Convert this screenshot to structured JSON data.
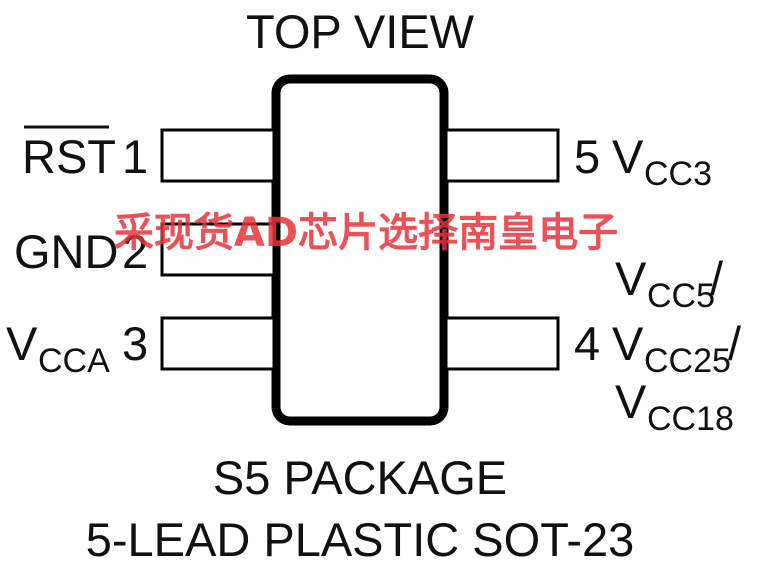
{
  "title": "TOP VIEW",
  "pins": [
    {
      "number": "1",
      "name": "RST",
      "overbar": true
    },
    {
      "number": "2",
      "name": "GND"
    },
    {
      "number": "3",
      "name": "V",
      "name_sub": "CCA"
    },
    {
      "number": "4",
      "name": "V",
      "name_sub": "CC5",
      "alt_separator": "/",
      "alt_names": [
        {
          "name": "V",
          "name_sub": "CC25",
          "suffix": "/"
        },
        {
          "name": "V",
          "name_sub": "CC18"
        }
      ]
    },
    {
      "number": "5",
      "name": "V",
      "name_sub": "CC3"
    }
  ],
  "package": {
    "line1": "S5 PACKAGE",
    "line2": "5-LEAD PLASTIC SOT-23"
  },
  "watermark": "采现货AD芯片选择南皇电子",
  "colors": {
    "ink": "#111111",
    "watermark": "#e8333a"
  }
}
